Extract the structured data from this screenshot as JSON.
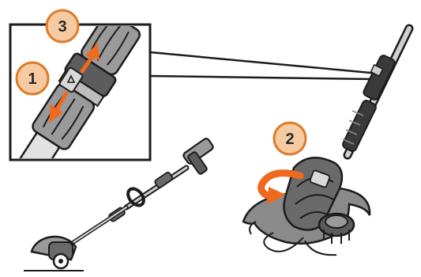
{
  "badges": [
    {
      "id": "step-1",
      "number": "1"
    },
    {
      "id": "step-2",
      "number": "2"
    },
    {
      "id": "step-3",
      "number": "3"
    }
  ],
  "colors": {
    "badge_fill": "#f6cba4",
    "badge_stroke": "#e07a26",
    "arrow": "#ef6a1f",
    "line": "#1c1c1c",
    "tool_dark": "#3a3a3a",
    "tool_mid": "#8a8a8a",
    "tool_light": "#cfcfcf"
  },
  "icons": {
    "adjust_arrows": "double-arrow-icon",
    "rotate_arrow": "rotate-arrow-icon",
    "lock_clip": "lock-clip-icon"
  }
}
